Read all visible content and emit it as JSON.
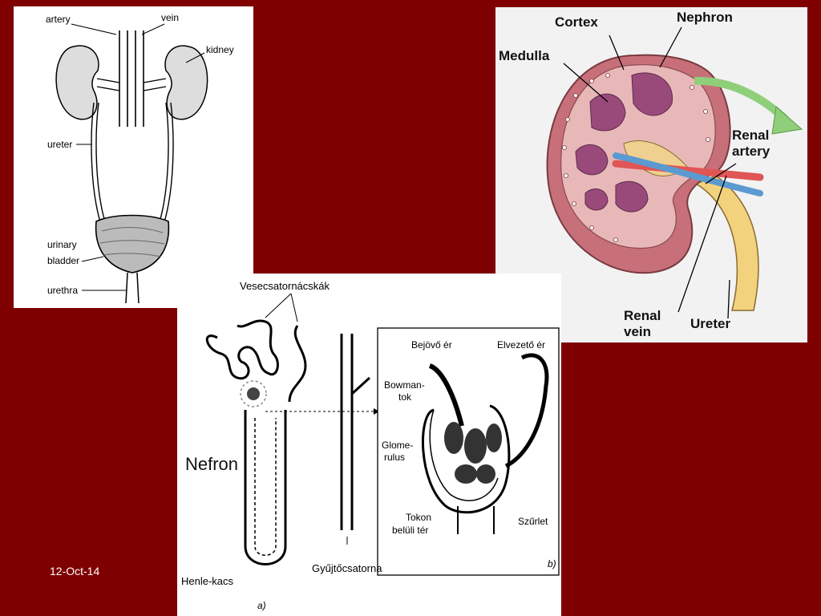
{
  "slide": {
    "date": "12-Oct-14",
    "background_color": "#7f0000"
  },
  "urinary_system": {
    "labels": {
      "artery": "artery",
      "vein": "vein",
      "kidney": "kidney",
      "ureter": "ureter",
      "urinary": "urinary",
      "bladder": "bladder",
      "urethra": "urethra"
    }
  },
  "kidney_section": {
    "labels": {
      "cortex": "Cortex",
      "nephron": "Nephron",
      "medulla": "Medulla",
      "renal_artery_1": "Renal",
      "renal_artery_2": "artery",
      "renal_vein_1": "Renal",
      "renal_vein_2": "vein",
      "ureter": "Ureter"
    }
  },
  "nephron_diagram": {
    "labels": {
      "vesecsatornacskak": "Vesecsatornácskák",
      "nefron": "Nefron",
      "henle_kacs": "Henle-kacs",
      "gyujtocsatorna": "Gyűjtőcsatorna",
      "part_a": "a)",
      "part_b": "b)",
      "bejovo_er": "Bejövő ér",
      "elvezeto_er": "Elvezető ér",
      "bowman_1": "Bowman-",
      "bowman_2": "tok",
      "glomerulus_1": "Glome-",
      "glomerulus_2": "rulus",
      "tokon_1": "Tokon",
      "tokon_2": "belüli tér",
      "szurlet": "Szűrlet"
    }
  }
}
